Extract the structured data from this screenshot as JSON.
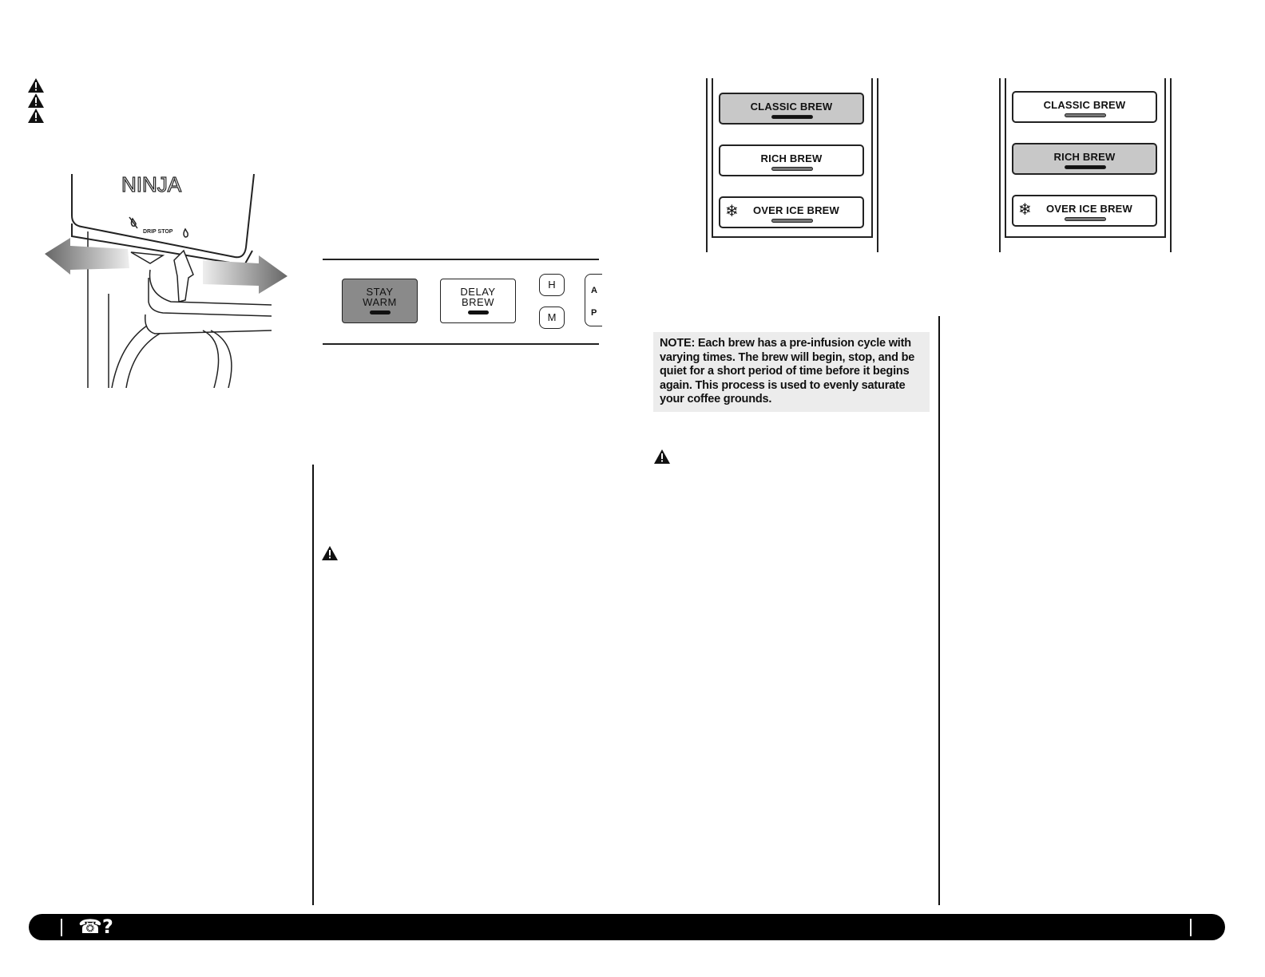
{
  "panel_left": {
    "buttons": [
      {
        "label": "CLASSIC BREW",
        "active": true
      },
      {
        "label": "RICH BREW",
        "active": false
      },
      {
        "label": "OVER ICE BREW",
        "active": false,
        "icon": "snowflake-icon"
      }
    ]
  },
  "panel_right": {
    "buttons": [
      {
        "label": "CLASSIC BREW",
        "active": false
      },
      {
        "label": "RICH BREW",
        "active": true
      },
      {
        "label": "OVER ICE BREW",
        "active": false,
        "icon": "snowflake-icon"
      }
    ]
  },
  "control_strip": {
    "stay_warm": "STAY\nWARM",
    "delay_brew": "DELAY\nBREW",
    "h": "H",
    "m": "M",
    "cut_top": "A",
    "cut_bottom": "P"
  },
  "illustration": {
    "brand": "NINJA",
    "drip_stop": "DRIP STOP"
  },
  "note": {
    "text": "NOTE: Each brew has a pre-infusion cycle with varying times. The brew will begin, stop, and be quiet for a short period of time before it begins again. This process is used to evenly saturate your coffee grounds."
  },
  "footer": {
    "help_glyph": "☎?"
  },
  "colors": {
    "active_button": "#c8c8c8",
    "note_background": "#ececec",
    "footer": "#000000"
  }
}
